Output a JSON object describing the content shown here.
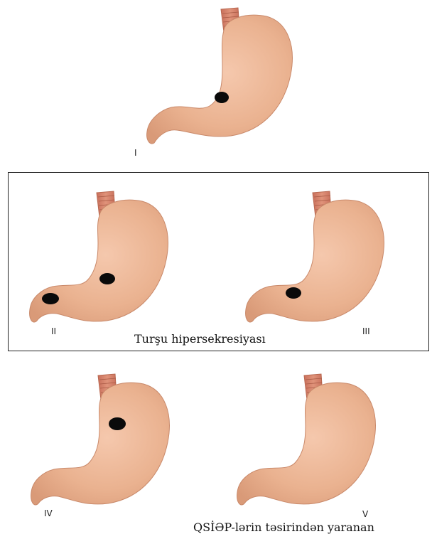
{
  "stomachs": [
    {
      "id": "I",
      "label": "I",
      "ulcers": [
        {
          "site": "lesser-curvature-body"
        }
      ]
    },
    {
      "id": "II",
      "label": "II",
      "ulcers": [
        {
          "site": "lesser-curvature-body"
        },
        {
          "site": "duodenum"
        }
      ]
    },
    {
      "id": "III",
      "label": "III",
      "ulcers": [
        {
          "site": "pylorus"
        }
      ]
    },
    {
      "id": "IV",
      "label": "IV",
      "ulcers": [
        {
          "site": "cardia"
        }
      ]
    },
    {
      "id": "V",
      "label": "V",
      "ulcers": []
    }
  ],
  "captions": {
    "acid": "Turşu hipersekresiyası",
    "nsaid": "QSİƏP-lərin təsirindən yaranan"
  },
  "colors": {
    "stomach_fill": "#edb596",
    "stomach_stroke": "#c9896a",
    "esophagus": "#d9836b",
    "ulcer": "#0a0a0a"
  }
}
